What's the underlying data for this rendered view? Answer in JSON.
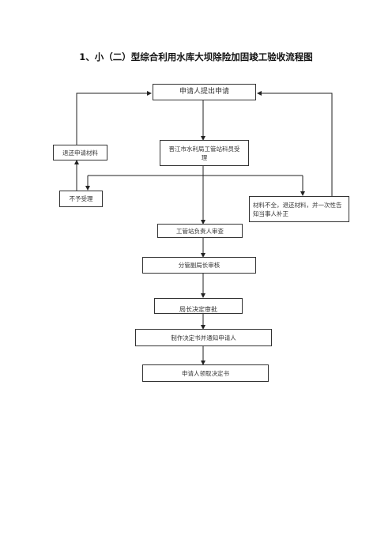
{
  "title": "1、小（二）型综合利用水库大坝除险加固竣工验收流程图",
  "nodes": {
    "apply": "申请人提出申请",
    "accept": "晋江市水利局工管站科员受理",
    "return_materials": "退还申请材料",
    "reject": "不予受理",
    "incomplete": "材料不全，退还材料，并一次性告知当事人补正",
    "station_review": "工管站负责人审查",
    "deputy_review": "分管副局长审核",
    "director_approve": "局长决定审批",
    "make_decision": "制作决定书并通知申请人",
    "collect": "申请人领取决定书"
  }
}
